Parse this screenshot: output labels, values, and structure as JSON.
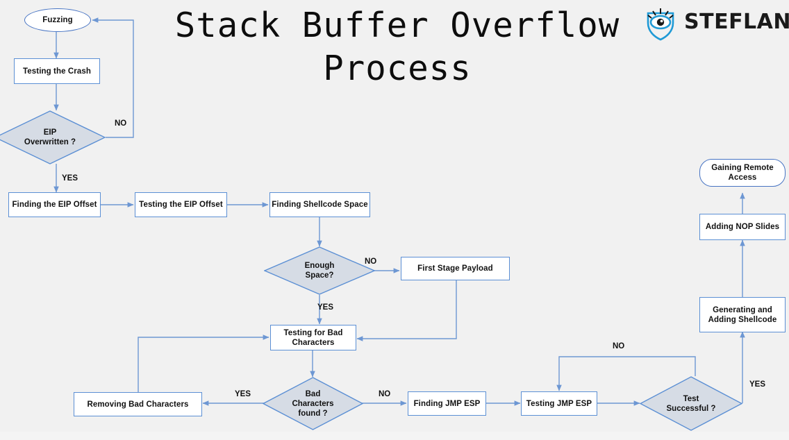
{
  "page": {
    "title_line1": "Stack Buffer Overflow",
    "title_line2": "Process",
    "title_full": "Stack Buffer Overflow\nProcess",
    "background_color": "#f1f1f1"
  },
  "brand": {
    "name": "STEFLAN",
    "logo_icon": "shield-eye-icon",
    "accent_color": "#1f9ad6",
    "text_color": "#1a1a1a"
  },
  "theme": {
    "node_border": "#5b8fd4",
    "node_fill": "#ffffff",
    "decision_fill": "#d6dce5",
    "decision_border": "#5b8fd4",
    "connector": "#6d97d3",
    "text": "#111111"
  },
  "flowchart": {
    "type": "flowchart",
    "nodes": [
      {
        "id": "fuzzing",
        "label": "Fuzzing",
        "shape": "oval"
      },
      {
        "id": "testing-crash",
        "label": "Testing the Crash",
        "shape": "process"
      },
      {
        "id": "eip-overwritten",
        "label": "EIP\nOverwritten ?",
        "shape": "decision"
      },
      {
        "id": "finding-eip",
        "label": "Finding the EIP Offset",
        "shape": "process"
      },
      {
        "id": "testing-eip",
        "label": "Testing the EIP Offset",
        "shape": "process"
      },
      {
        "id": "finding-shellcode-space",
        "label": "Finding Shellcode Space",
        "shape": "process"
      },
      {
        "id": "enough-space",
        "label": "Enough\nSpace?",
        "shape": "decision"
      },
      {
        "id": "first-stage-payload",
        "label": "First Stage Payload",
        "shape": "process"
      },
      {
        "id": "testing-bad-chars",
        "label": "Testing for Bad\nCharacters",
        "shape": "process"
      },
      {
        "id": "bad-chars-found",
        "label": "Bad\nCharacters\nfound ?",
        "shape": "decision"
      },
      {
        "id": "removing-bad-chars",
        "label": "Removing Bad Characters",
        "shape": "process"
      },
      {
        "id": "finding-jmp-esp",
        "label": "Finding JMP ESP",
        "shape": "process"
      },
      {
        "id": "testing-jmp-esp",
        "label": "Testing JMP ESP",
        "shape": "process"
      },
      {
        "id": "test-successful",
        "label": "Test\nSuccessful ?",
        "shape": "decision"
      },
      {
        "id": "generating-shellcode",
        "label": "Generating and\nAdding Shellcode",
        "shape": "process"
      },
      {
        "id": "adding-nop",
        "label": "Adding NOP Slides",
        "shape": "process"
      },
      {
        "id": "gaining-access",
        "label": "Gaining Remote\nAccess",
        "shape": "stadium"
      }
    ],
    "edges": [
      {
        "from": "fuzzing",
        "to": "testing-crash",
        "label": ""
      },
      {
        "from": "testing-crash",
        "to": "eip-overwritten",
        "label": ""
      },
      {
        "from": "eip-overwritten",
        "to": "fuzzing",
        "label": "NO"
      },
      {
        "from": "eip-overwritten",
        "to": "finding-eip",
        "label": "YES"
      },
      {
        "from": "finding-eip",
        "to": "testing-eip",
        "label": ""
      },
      {
        "from": "testing-eip",
        "to": "finding-shellcode-space",
        "label": ""
      },
      {
        "from": "finding-shellcode-space",
        "to": "enough-space",
        "label": ""
      },
      {
        "from": "enough-space",
        "to": "first-stage-payload",
        "label": "NO"
      },
      {
        "from": "enough-space",
        "to": "testing-bad-chars",
        "label": "YES"
      },
      {
        "from": "first-stage-payload",
        "to": "testing-bad-chars",
        "label": ""
      },
      {
        "from": "testing-bad-chars",
        "to": "bad-chars-found",
        "label": ""
      },
      {
        "from": "bad-chars-found",
        "to": "removing-bad-chars",
        "label": "YES"
      },
      {
        "from": "bad-chars-found",
        "to": "finding-jmp-esp",
        "label": "NO"
      },
      {
        "from": "removing-bad-chars",
        "to": "testing-bad-chars",
        "label": ""
      },
      {
        "from": "finding-jmp-esp",
        "to": "testing-jmp-esp",
        "label": ""
      },
      {
        "from": "testing-jmp-esp",
        "to": "test-successful",
        "label": ""
      },
      {
        "from": "test-successful",
        "to": "testing-jmp-esp",
        "label": "NO"
      },
      {
        "from": "test-successful",
        "to": "generating-shellcode",
        "label": "YES"
      },
      {
        "from": "generating-shellcode",
        "to": "adding-nop",
        "label": ""
      },
      {
        "from": "adding-nop",
        "to": "gaining-access",
        "label": ""
      }
    ],
    "edge_labels": {
      "eip_no": "NO",
      "eip_yes": "YES",
      "space_no": "NO",
      "space_yes": "YES",
      "badchars_yes": "YES",
      "badchars_no": "NO",
      "test_no": "NO",
      "test_yes": "YES"
    }
  }
}
